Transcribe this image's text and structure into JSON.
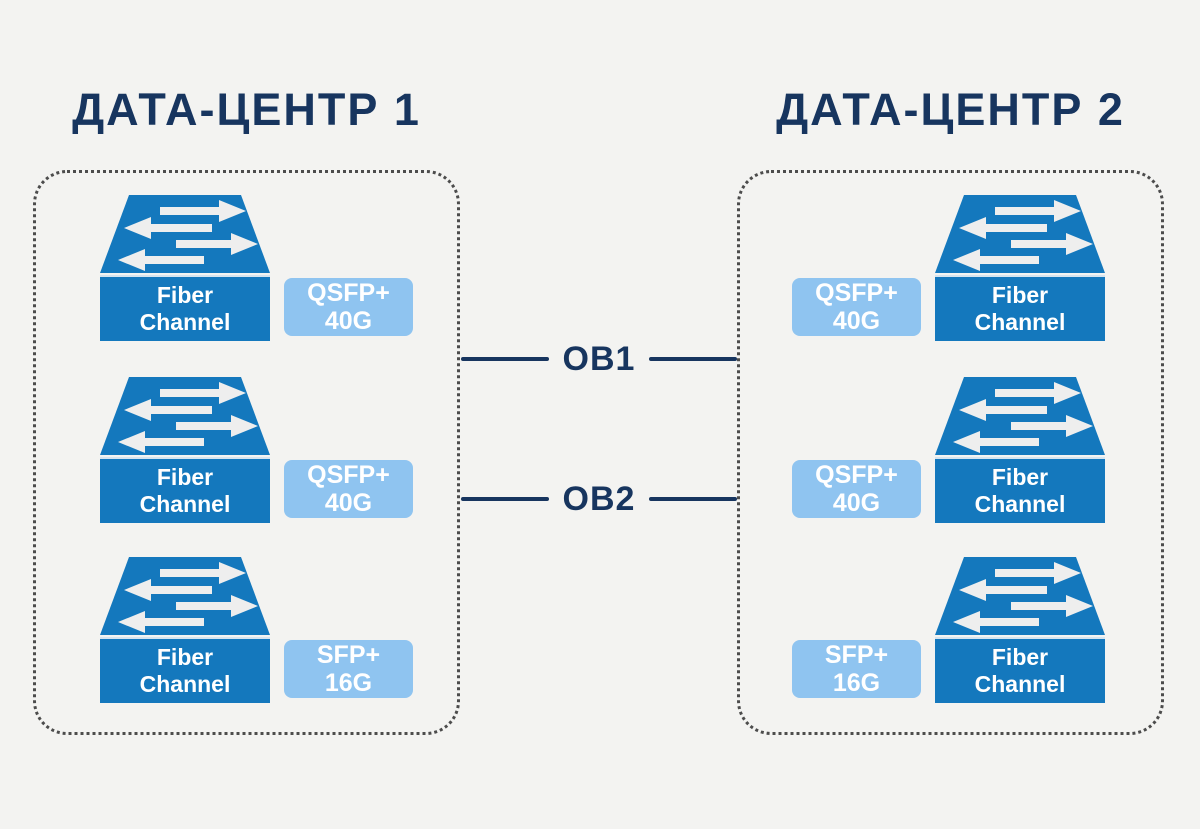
{
  "colors": {
    "bg": "#f3f3f1",
    "navy": "#17355f",
    "switch_blue": "#1478bd",
    "badge_blue": "#8fc4f0",
    "arrow_light": "#eeeeee",
    "dot_gray": "#4c4c4c",
    "white": "#ffffff"
  },
  "datacenters": [
    {
      "title": "ДАТА-ЦЕНТР 1",
      "switches": [
        {
          "device": {
            "line1": "Fiber",
            "line2": "Channel"
          },
          "port": {
            "line1": "QSFP+",
            "line2": "40G"
          }
        },
        {
          "device": {
            "line1": "Fiber",
            "line2": "Channel"
          },
          "port": {
            "line1": "QSFP+",
            "line2": "40G"
          }
        },
        {
          "device": {
            "line1": "Fiber",
            "line2": "Channel"
          },
          "port": {
            "line1": "SFP+",
            "line2": "16G"
          }
        }
      ]
    },
    {
      "title": "ДАТА-ЦЕНТР 2",
      "switches": [
        {
          "device": {
            "line1": "Fiber",
            "line2": "Channel"
          },
          "port": {
            "line1": "QSFP+",
            "line2": "40G"
          }
        },
        {
          "device": {
            "line1": "Fiber",
            "line2": "Channel"
          },
          "port": {
            "line1": "QSFP+",
            "line2": "40G"
          }
        },
        {
          "device": {
            "line1": "Fiber",
            "line2": "Channel"
          },
          "port": {
            "line1": "SFP+",
            "line2": "16G"
          }
        }
      ]
    }
  ],
  "links": [
    {
      "label": "OB1"
    },
    {
      "label": "OB2"
    }
  ]
}
